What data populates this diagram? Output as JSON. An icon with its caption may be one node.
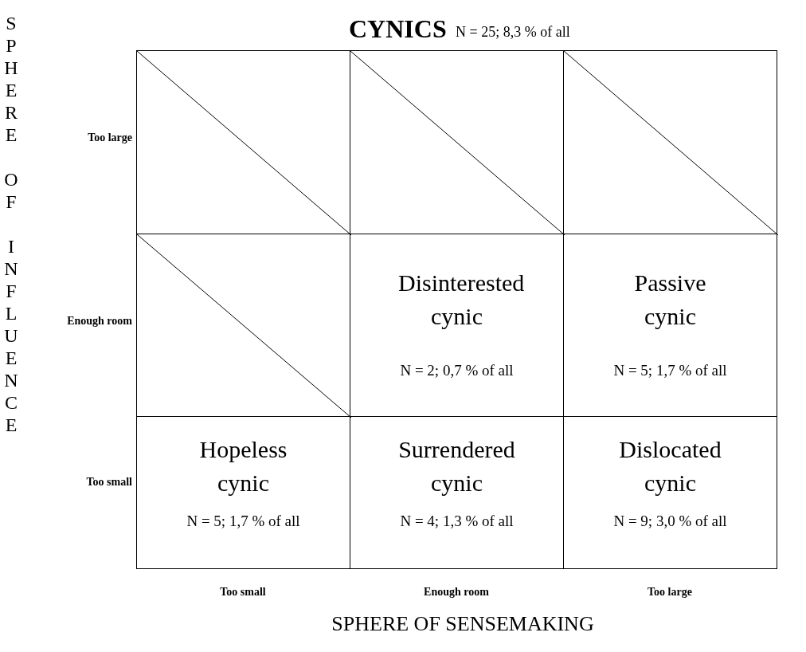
{
  "diagram": {
    "title": "CYNICS",
    "nodes": [
      {
        "text": [],
        "shape": "box"
      },
      {
        "text": [],
        "shape": "box"
      },
      {
        "text": [],
        "shape": "box"
      },
      {
        "text": [],
        "shape": "box"
      },
      {
        "text": [
          "Disinterested cynic",
          "N =  2; 0,7 % of all"
        ]
      },
      {
        "text": [
          "Passive cynic",
          "N =  5; 1,7 % of all"
        ]
      },
      {
        "text": [
          "Hopeless cynic",
          "N =  5; 1,7 % of all"
        ]
      },
      {
        "text": [
          "Surrendered cynic",
          "N =  4; 1,3 % of all"
        ]
      },
      {
        "text": [
          "Dislocated cynic",
          "N =  9; 3,0 % of all"
        ]
      }
    ],
    "labels": [
      "SPHERE OF INFLUENCE",
      "N =  25; 8,3 % of all",
      "Too large",
      "Enough room",
      "Too small",
      "Too small",
      "Enough room",
      "Too large",
      "SPHERE OF SENSEMAKING"
    ]
  }
}
